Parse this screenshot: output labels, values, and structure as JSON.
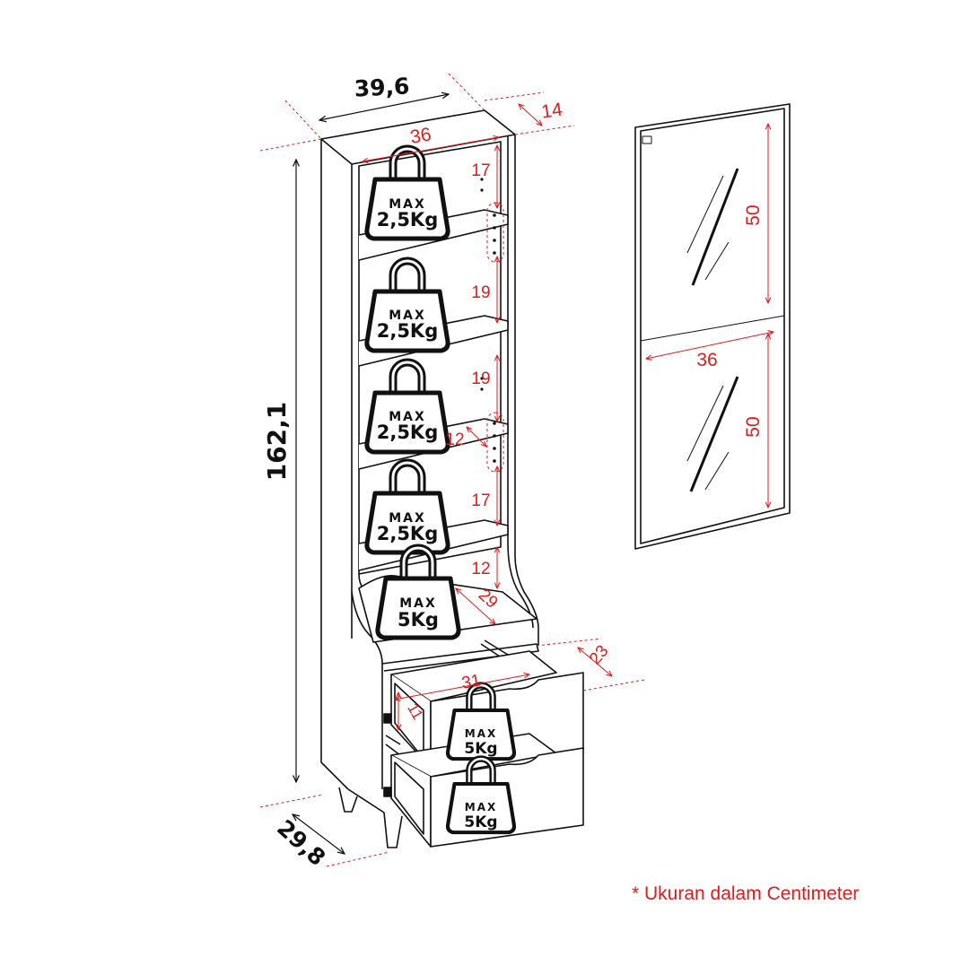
{
  "dimensions": {
    "total_width": "39,6",
    "inner_width_top": "36",
    "back_depth": "14",
    "height": "162,1",
    "depth_bottom": "29,8",
    "shelf_gap_1": "17",
    "shelf_gap_2": "19",
    "shelf_gap_3": "19",
    "shelf_gap_4": "17",
    "shelf_gap_5": "12",
    "shelf_pin_spacing": "12",
    "open_shelf_depth": "29",
    "drawer_inner_width": "31",
    "drawer_height": "11",
    "drawer_depth": "23",
    "door_panel_height_top": "50",
    "door_panel_height_bottom": "50",
    "door_width": "36"
  },
  "weights": {
    "max_label": "MAX",
    "shelf_max": "2,5Kg",
    "open_shelf_max": "5Kg",
    "drawer_max": "5Kg"
  },
  "note": "* Ukuran dalam Centimeter",
  "colors": {
    "dimension_red": "#e01b1b",
    "outline": "#111111"
  }
}
